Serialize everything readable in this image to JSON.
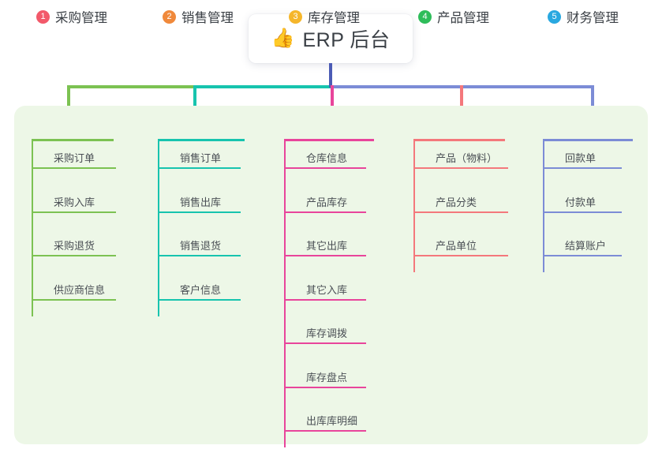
{
  "root": {
    "icon": "thumbs-up-icon",
    "emoji": "👍",
    "title": "ERP 后台"
  },
  "colors": {
    "panel_bg": "#EDF7E7",
    "canvas_bg": "#FFFFFF",
    "root_line": "#4B5BB5",
    "green": "#7CC252",
    "teal": "#17C4AE",
    "pink": "#E8459B",
    "salmon": "#F4787C",
    "blue": "#7C8CD6",
    "col1_accent": "#7CC252",
    "col2_accent": "#17C4AE",
    "col3_accent": "#E8459B",
    "col4_accent": "#F4787C",
    "col5_accent": "#7C8CD6",
    "badge1": "#F2596A",
    "badge2": "#F0893B",
    "badge3": "#F5B62B",
    "badge4": "#2EBD5A",
    "badge5": "#29A8E0",
    "text": "#3B4046"
  },
  "columns": [
    {
      "index": "1",
      "title": "采购管理",
      "badge_color": "#F2596A",
      "accent": "#7CC252",
      "items": [
        {
          "label": "采购订单"
        },
        {
          "label": "采购入库"
        },
        {
          "label": "采购退货"
        },
        {
          "label": "供应商信息"
        }
      ]
    },
    {
      "index": "2",
      "title": "销售管理",
      "badge_color": "#F0893B",
      "accent": "#17C4AE",
      "items": [
        {
          "label": "销售订单"
        },
        {
          "label": "销售出库"
        },
        {
          "label": "销售退货"
        },
        {
          "label": "客户信息"
        }
      ]
    },
    {
      "index": "3",
      "title": "库存管理",
      "badge_color": "#F5B62B",
      "accent": "#E8459B",
      "items": [
        {
          "label": "仓库信息"
        },
        {
          "label": "产品库存"
        },
        {
          "label": "其它出库"
        },
        {
          "label": "其它入库"
        },
        {
          "label": "库存调拨"
        },
        {
          "label": "库存盘点"
        },
        {
          "label": "出库库明细"
        }
      ]
    },
    {
      "index": "4",
      "title": "产品管理",
      "badge_color": "#2EBD5A",
      "accent": "#F4787C",
      "items": [
        {
          "label": "产品（物料）"
        },
        {
          "label": "产品分类"
        },
        {
          "label": "产品单位"
        }
      ]
    },
    {
      "index": "5",
      "title": "财务管理",
      "badge_color": "#29A8E0",
      "accent": "#7C8CD6",
      "items": [
        {
          "label": "回款单"
        },
        {
          "label": "付款单"
        },
        {
          "label": "结算账户"
        }
      ]
    }
  ]
}
